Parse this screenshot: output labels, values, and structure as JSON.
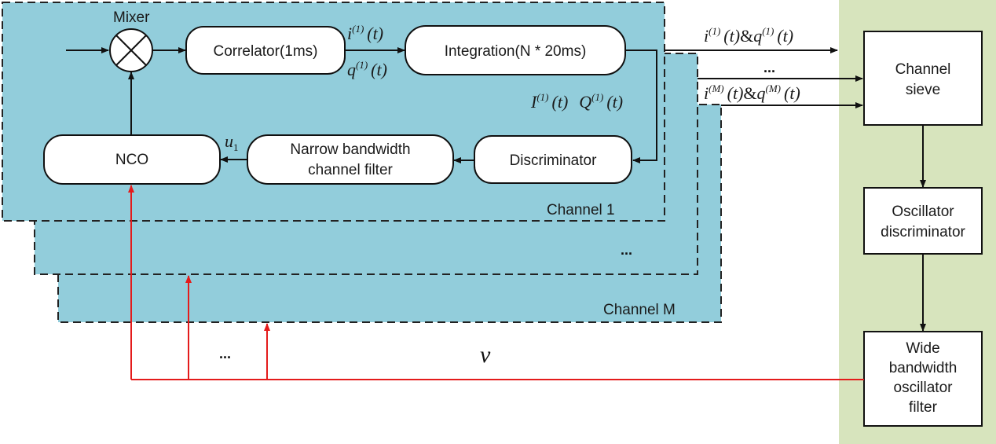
{
  "blocks": {
    "mixer_label": "Mixer",
    "correlator": "Correlator(1ms)",
    "integration": "Integration(N * 20ms)",
    "discriminator": "Discriminator",
    "narrow_filter_line1": "Narrow bandwidth",
    "narrow_filter_line2": "channel filter",
    "nco": "NCO",
    "channel_sieve_line1": "Channel",
    "channel_sieve_line2": "sieve",
    "osc_disc_line1": "Oscillator",
    "osc_disc_line2": "discriminator",
    "wide_filter_line1": "Wide",
    "wide_filter_line2": "bandwidth",
    "wide_filter_line3": "oscillator",
    "wide_filter_line4": "filter"
  },
  "channels": {
    "channel_1": "Channel 1",
    "channel_m": "Channel M",
    "middle_ellipsis": "..."
  },
  "signals": {
    "i1_base": "i",
    "q1_base": "q",
    "I1_base": "I",
    "Q1_base": "Q",
    "sup_1": "(1)",
    "sup_M": "(M)",
    "arg_t": "(t)",
    "amp": "&",
    "u_base": "u",
    "u_sub": "1",
    "v": "v",
    "output_ellipsis": "...",
    "feedback_ellipsis": "..."
  },
  "colors": {
    "channel_fill": "#92cddb",
    "right_panel_fill": "#d7e4bd",
    "feedback_red": "#e41b1b"
  }
}
